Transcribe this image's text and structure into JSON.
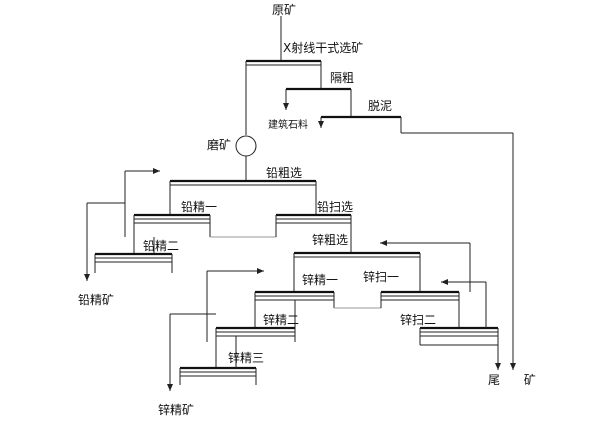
{
  "labels": {
    "raw_ore": "原矿",
    "xray_sorting": "X射线干式选矿",
    "rough_separation": "隔粗",
    "building_stone": "建筑石料",
    "desliming": "脱泥",
    "grinding": "磨矿",
    "lead_rougher": "铅粗选",
    "lead_cleaner_1": "铅精一",
    "lead_scavenger": "铅扫选",
    "lead_cleaner_2": "铅精二",
    "lead_concentrate": "铅精矿",
    "zinc_rougher": "锌粗选",
    "zinc_cleaner_1": "锌精一",
    "zinc_scavenger_1": "锌扫一",
    "zinc_cleaner_2": "锌精二",
    "zinc_scavenger_2": "锌扫二",
    "zinc_cleaner_3": "锌精三",
    "zinc_concentrate": "锌精矿",
    "tailings": "尾 矿"
  }
}
